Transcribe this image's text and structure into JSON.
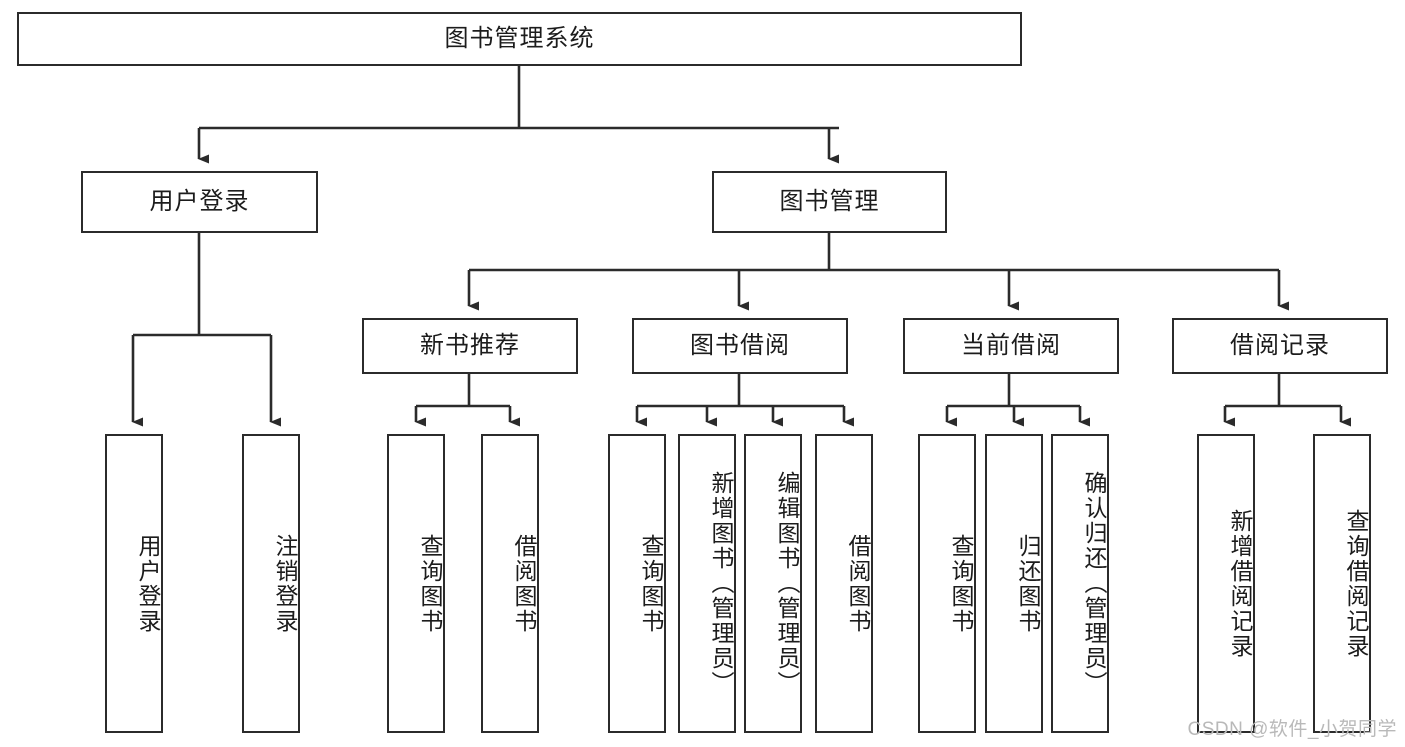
{
  "diagram": {
    "title_node": {
      "label": "图书管理系统",
      "orientation": "horizontal"
    },
    "level2": [
      {
        "label": "用户登录",
        "orientation": "horizontal"
      },
      {
        "label": "图书管理",
        "orientation": "horizontal"
      }
    ],
    "level3": [
      {
        "label": "新书推荐",
        "orientation": "horizontal"
      },
      {
        "label": "图书借阅",
        "orientation": "horizontal"
      },
      {
        "label": "当前借阅",
        "orientation": "horizontal"
      },
      {
        "label": "借阅记录",
        "orientation": "horizontal"
      }
    ],
    "leaves": {
      "user_login": [
        {
          "label": "用户登录",
          "orientation": "vertical"
        },
        {
          "label": "注销登录",
          "orientation": "vertical"
        }
      ],
      "new_book_recommend": [
        {
          "label": "查询图书",
          "orientation": "vertical"
        },
        {
          "label": "借阅图书",
          "orientation": "vertical"
        }
      ],
      "book_borrow": [
        {
          "label": "查询图书",
          "orientation": "vertical"
        },
        {
          "label": "新增图书（管理员）",
          "orientation": "vertical"
        },
        {
          "label": "编辑图书（管理员）",
          "orientation": "vertical"
        },
        {
          "label": "借阅图书",
          "orientation": "vertical"
        }
      ],
      "current_borrow": [
        {
          "label": "查询图书",
          "orientation": "vertical"
        },
        {
          "label": "归还图书",
          "orientation": "vertical"
        },
        {
          "label": "确认归还（管理员）",
          "orientation": "vertical"
        }
      ],
      "borrow_records": [
        {
          "label": "新增借阅记录",
          "orientation": "vertical"
        },
        {
          "label": "查询借阅记录",
          "orientation": "vertical"
        }
      ]
    },
    "colors": {
      "line": "#2b2b2b",
      "box_border": "#2b2b2b",
      "box_fill": "#ffffff",
      "text": "#1c1c1c",
      "watermark": "#b9b9b9"
    }
  },
  "watermark": {
    "text": "CSDN @软件_小贺同学"
  }
}
